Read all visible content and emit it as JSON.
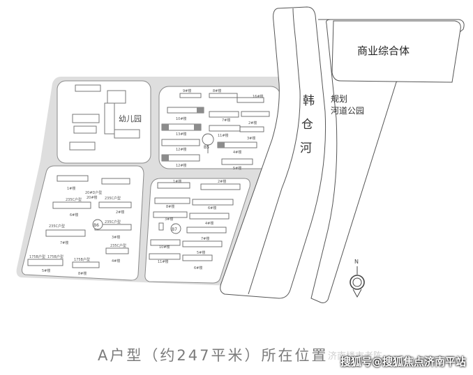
{
  "map": {
    "commercial": "商业综合体",
    "river_name": [
      "韩",
      "仓",
      "河"
    ],
    "park": [
      "规划",
      "河道公园"
    ],
    "kindergarten": "幼儿园",
    "north": "N",
    "markers": {
      "b5": "B5",
      "b6": "B6",
      "b7": "B7"
    },
    "buildings_ne": [
      "9#楼",
      "8#楼",
      "10#楼",
      "16#楼",
      "7#楼",
      "13#楼",
      "11#楼",
      "2#楼",
      "12#楼",
      "4#楼",
      "3#楼",
      "12#楼",
      "5#楼"
    ],
    "buildings_sw": [
      "1#楼",
      "20#楼",
      "2#楼",
      "6#楼",
      "3#楼",
      "7#楼",
      "4#楼",
      "5#楼",
      "8#楼"
    ],
    "unit_types_sw": [
      "235C户型",
      "20#D户型",
      "235C户型",
      "235C户型",
      "235C户型",
      "235C户型",
      "175B户型",
      "175B户型",
      "175B户型"
    ],
    "buildings_se": [
      "1#楼",
      "2#楼",
      "8#楼",
      "6#楼",
      "3#楼",
      "4#楼",
      "7#楼",
      "10#楼",
      "11#楼",
      "5#楼",
      "6#楼"
    ]
  },
  "caption": "A户型（约247平米）所在位置",
  "watermark_left": "济南楼市老陈",
  "watermark": "搜狐号@搜狐焦点济南平站"
}
